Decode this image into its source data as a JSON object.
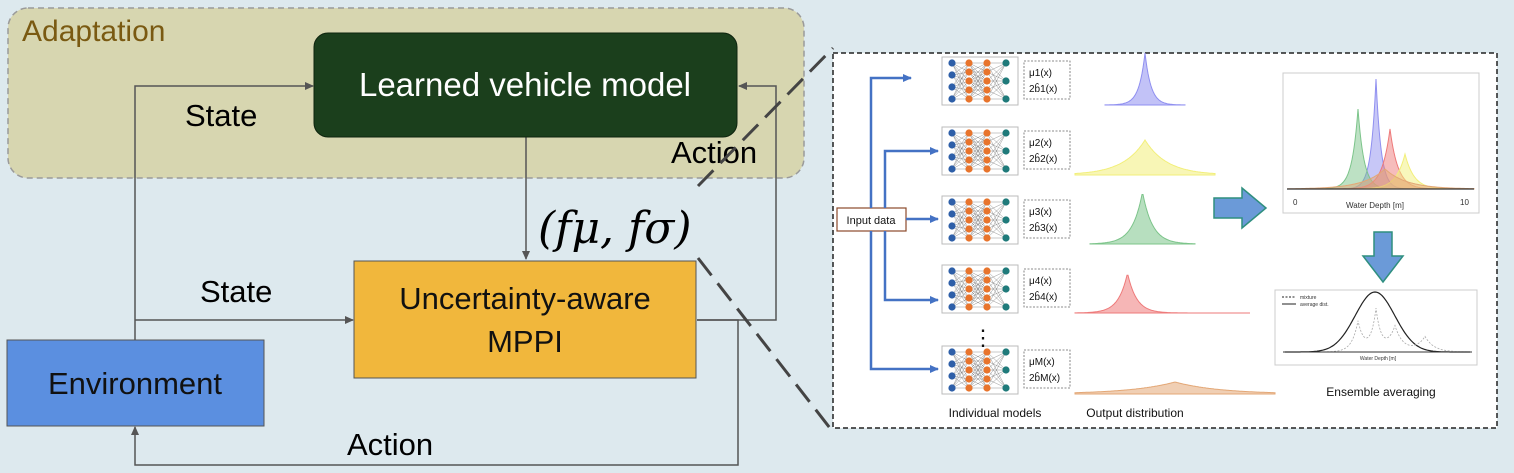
{
  "colors": {
    "background": "#dde9ee",
    "adaptation_fill": "#d7d6b0",
    "adaptation_text": "#7a5a12",
    "model_fill": "#1b3f1c",
    "mppi_fill": "#f1b73c",
    "environment_fill": "#5b8fe0",
    "arrow_blue": "#4472c4",
    "nn_orange": "#e8742c",
    "nn_teal": "#1f7a7a",
    "nn_blue": "#2e5fa8"
  },
  "left": {
    "adaptation_label": "Adaptation",
    "model_label": "Learned vehicle model",
    "mppi_label_line1": "Uncertainty-aware",
    "mppi_label_line2": "MPPI",
    "environment_label": "Environment",
    "state_label_top": "State",
    "state_label_mid": "State",
    "action_label_right": "Action",
    "action_label_bottom": "Action",
    "formula": "(fμ, fσ)"
  },
  "right": {
    "input_label": "Input data",
    "vdots": "⋮",
    "models": [
      {
        "mu": "μ1(x)",
        "b": "2b̂1(x)",
        "color": "#8f8ff0"
      },
      {
        "mu": "μ2(x)",
        "b": "2b̂2(x)",
        "color": "#f2ef7a"
      },
      {
        "mu": "μ3(x)",
        "b": "2b̂3(x)",
        "color": "#7cc48a"
      },
      {
        "mu": "μ4(x)",
        "b": "2b̂4(x)",
        "color": "#ee7a7a"
      },
      {
        "mu": "μM(x)",
        "b": "2b̂M(x)",
        "color": "#e3a776"
      }
    ],
    "col_individual": "Individual models",
    "col_output": "Output distribution",
    "chart1_xlabel": "Water Depth [m]",
    "chart1_tick_min": "0",
    "chart1_tick_max": "10",
    "chart2_legend1": "mixture",
    "chart2_legend2": "average dist.",
    "chart2_xlabel": "Water Depth [m]",
    "ensemble_label": "Ensemble averaging"
  }
}
